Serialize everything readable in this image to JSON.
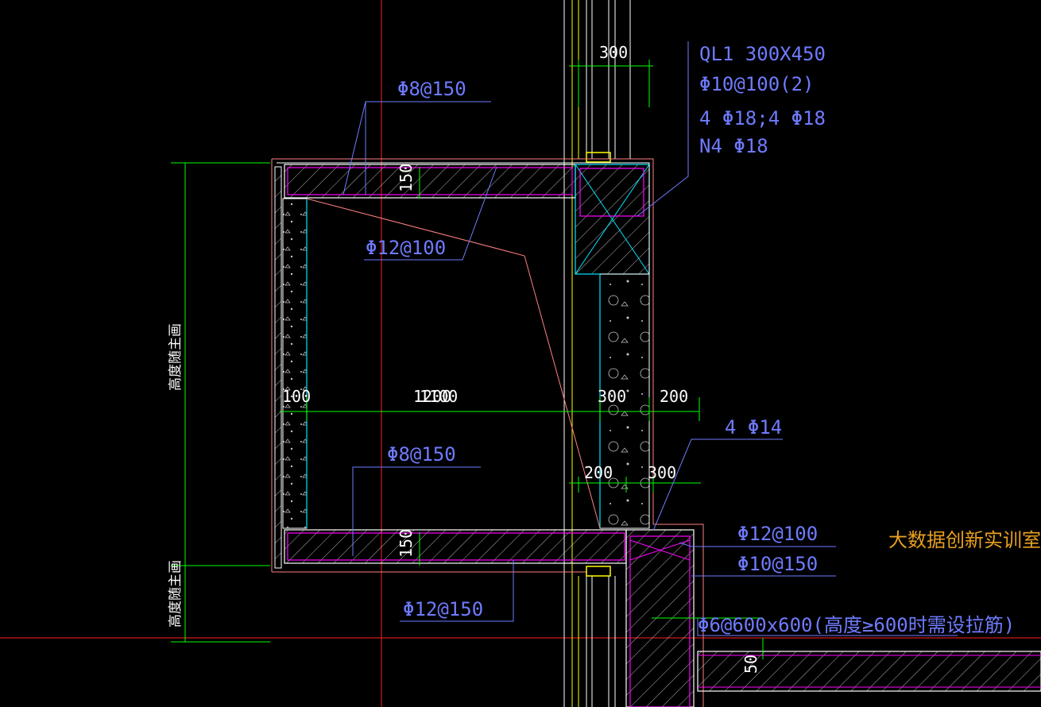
{
  "labels": {
    "beam_name": "QL1 300X450",
    "beam_stirrup": "Φ10@100(2)",
    "beam_main_bars": "4 Φ18;4 Φ18",
    "beam_side_bars": "N4 Φ18",
    "top_slab_rebar_a": "Φ8@150",
    "top_slab_rebar_b": "Φ12@100",
    "bottom_slab_rebar_a": "Φ8@150",
    "bottom_slab_rebar_b": "Φ12@150",
    "corner_bars": "4 Φ14",
    "side_rebar_a": "Φ12@100",
    "side_rebar_b": "Φ10@150",
    "tie_bars": "Φ6@600x600(高度≥600时需设拉筋)",
    "vertical_label_top": "高度随主画",
    "vertical_label_bottom": "高度随主画",
    "watermark": "大数据创新实训室"
  },
  "dimensions": {
    "top_width": "300",
    "slab_thickness_top": "150",
    "slab_thickness_bottom": "150",
    "left_wall": "100",
    "inner_span": "1200",
    "overlap_span": "1100",
    "right_wall": "300",
    "right_offset": "200",
    "lower_left": "200",
    "lower_right": "300",
    "bottom_slab_offset": "50"
  },
  "colors": {
    "background": "#000000",
    "dimension_green": "#00ff00",
    "rebar_magenta": "#ff00ff",
    "outline_white": "#ffffff",
    "label_blue": "#6f7bff",
    "cyan": "#00e5ff",
    "red_axis": "#ff2020",
    "yellow": "#ffff00",
    "pink": "#ff8080",
    "watermark_orange": "#e8a020"
  }
}
